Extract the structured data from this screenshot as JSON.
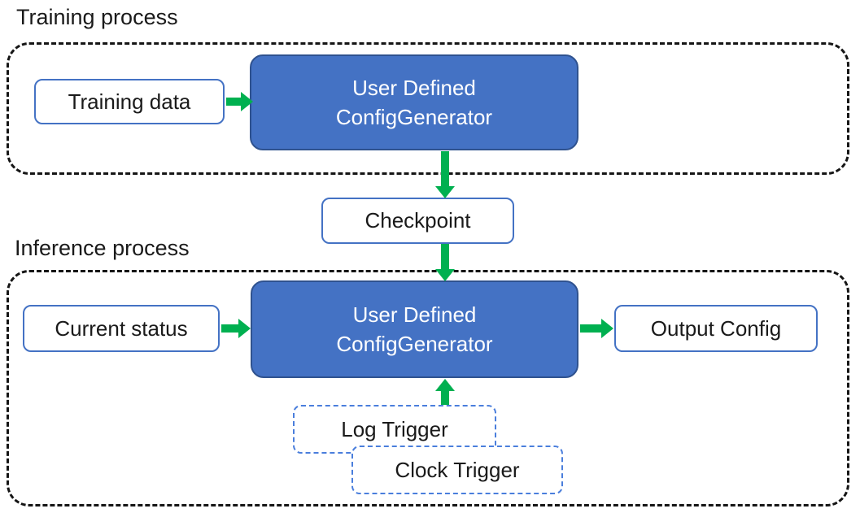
{
  "colors": {
    "accent_blue": "#4472C4",
    "blue_border": "#2F528F",
    "trigger_blue": "#4A7EDC",
    "green": "#00B050",
    "dash_black": "#151515"
  },
  "training": {
    "label": "Training process",
    "input_box": "Training data",
    "generator": {
      "line1": "User Defined",
      "line2": "ConfigGenerator"
    }
  },
  "checkpoint": {
    "label": "Checkpoint"
  },
  "inference": {
    "label": "Inference process",
    "input_box": "Current status",
    "generator": {
      "line1": "User Defined",
      "line2": "ConfigGenerator"
    },
    "output_box": "Output Config",
    "triggers": [
      {
        "label": "Log Trigger"
      },
      {
        "label": "Clock Trigger"
      }
    ]
  }
}
